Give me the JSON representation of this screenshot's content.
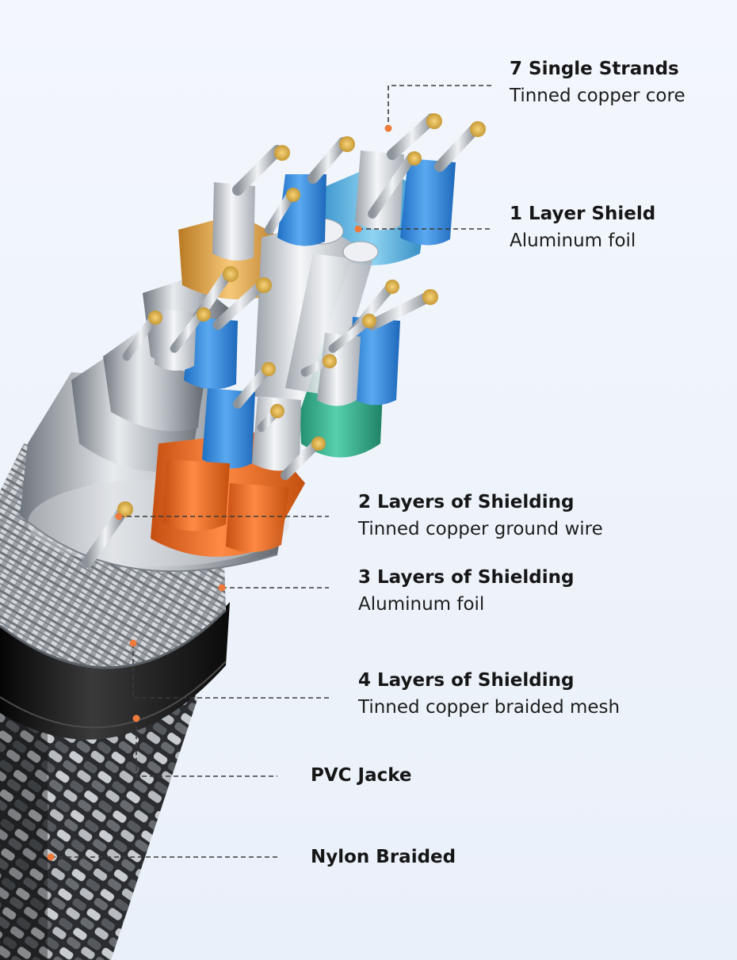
{
  "figure": {
    "subject": "cable-cross-section"
  },
  "callouts": [
    {
      "title": "7 Single Strands",
      "subtitle": "Tinned copper core"
    },
    {
      "title": "1 Layer Shield",
      "subtitle": "Aluminum foil"
    },
    {
      "title": "2 Layers of Shielding",
      "subtitle": "Tinned copper ground wire"
    },
    {
      "title": "3 Layers of Shielding",
      "subtitle": "Aluminum foil"
    },
    {
      "title": "4 Layers of Shielding",
      "subtitle": "Tinned copper braided mesh"
    },
    {
      "title": "PVC Jacke",
      "subtitle": ""
    },
    {
      "title": "Nylon Braided",
      "subtitle": ""
    }
  ],
  "colors": {
    "background": "#eef3fb",
    "marker": "#ee7a3c",
    "leader_line": "#3a3a3a",
    "text": "#161616",
    "wire_blue": "#3a8fe0",
    "wire_white": "#d9dde2",
    "wire_orange": "#ee6a22",
    "wire_green": "#35b08f",
    "foil_gold": "#e3a64a",
    "foil_silver": "#c4c8cd",
    "jacket_black": "#1b1b1b"
  }
}
